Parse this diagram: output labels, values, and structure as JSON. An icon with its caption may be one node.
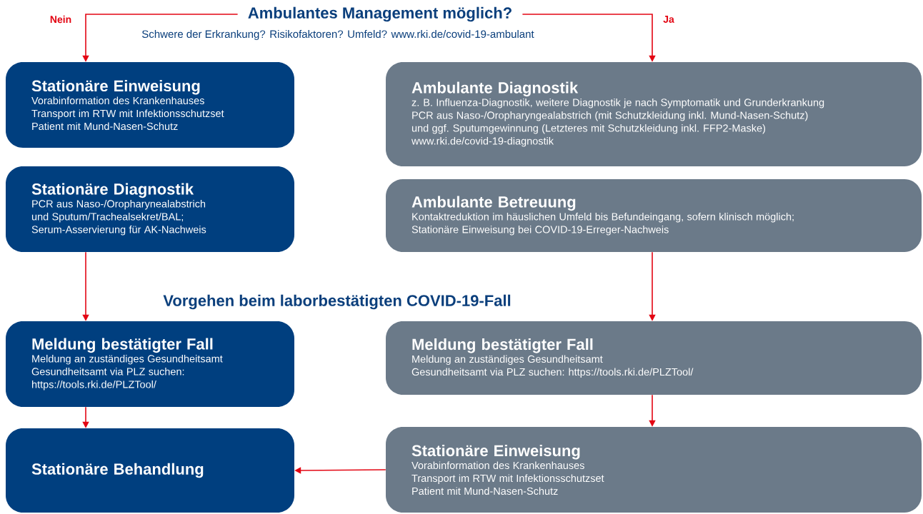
{
  "diagram": {
    "nodes": [
      {
        "text": [
          "Ambulantes Management möglich?"
        ],
        "beside": [
          "Schwere der Erkrankung? Risikofaktoren? Umfeld? www.rki.de/covid-19-ambulant"
        ]
      },
      {
        "text": [
          "Stationäre Einweisung",
          "Vorabinformation des Krankenhauses",
          "Transport im RTW mit Infektionsschutzset",
          "Patient mit Mund-Nasen-Schutz"
        ]
      },
      {
        "text": [
          "Stationäre Diagnostik",
          "PCR aus Naso-/Oropharynealabstrich",
          "und Sputum/Trachealsekret/BAL;",
          "Serum-Asservierung für AK-Nachweis"
        ]
      },
      {
        "text": [
          "Meldung bestätigter Fall",
          "Meldung an zuständiges Gesundheitsamt",
          "Gesundheitsamt via PLZ suchen:",
          "https://tools.rki.de/PLZTool/"
        ]
      },
      {
        "text": [
          "Stationäre Behandlung"
        ]
      },
      {
        "text": [
          "Ambulante Diagnostik",
          "z. B. Influenza-Diagnostik, weitere Diagnostik je nach Symptomatik und Grunderkrankung",
          "PCR aus Naso-/Oropharyngealabstrich (mit Schutzkleidung inkl. Mund-Nasen-Schutz)",
          "und ggf. Sputumgewinnung (Letzteres mit Schutzkleidung inkl. FFP2-Maske)",
          "www.rki.de/covid-19-diagnostik"
        ]
      },
      {
        "text": [
          "Ambulante Betreuung",
          "Kontaktreduktion im häuslichen Umfeld bis Befundeingang, sofern klinisch möglich;",
          "Stationäre Einweisung bei COVID-19-Erreger-Nachweis"
        ]
      },
      {
        "text": [
          "Meldung bestätigter Fall",
          "Meldung an zuständiges Gesundheitsamt",
          "Gesundheitsamt via PLZ suchen: https://tools.rki.de/PLZTool/"
        ]
      },
      {
        "text": [
          "Stationäre Einweisung",
          "Vorabinformation des Krankenhauses",
          "Transport im RTW mit Infektionsschutzset",
          "Patient mit Mund-Nasen-Schutz"
        ]
      }
    ],
    "edges": [
      {
        "from": 0,
        "to": 1,
        "arrow": "to",
        "label": "Nein"
      },
      {
        "from": 0,
        "to": 5,
        "arrow": "to",
        "label": "Ja"
      },
      {
        "from": 2,
        "to": 3,
        "arrow": "to"
      },
      {
        "from": 3,
        "to": 4,
        "arrow": "to"
      },
      {
        "from": 6,
        "to": 7,
        "arrow": "to"
      },
      {
        "from": 7,
        "to": 8,
        "arrow": "to"
      },
      {
        "from": 8,
        "to": 4,
        "arrow": "to"
      }
    ],
    "labels": [
      "Vorgehen beim laborbestätigten COVID-19-Fall"
    ]
  }
}
